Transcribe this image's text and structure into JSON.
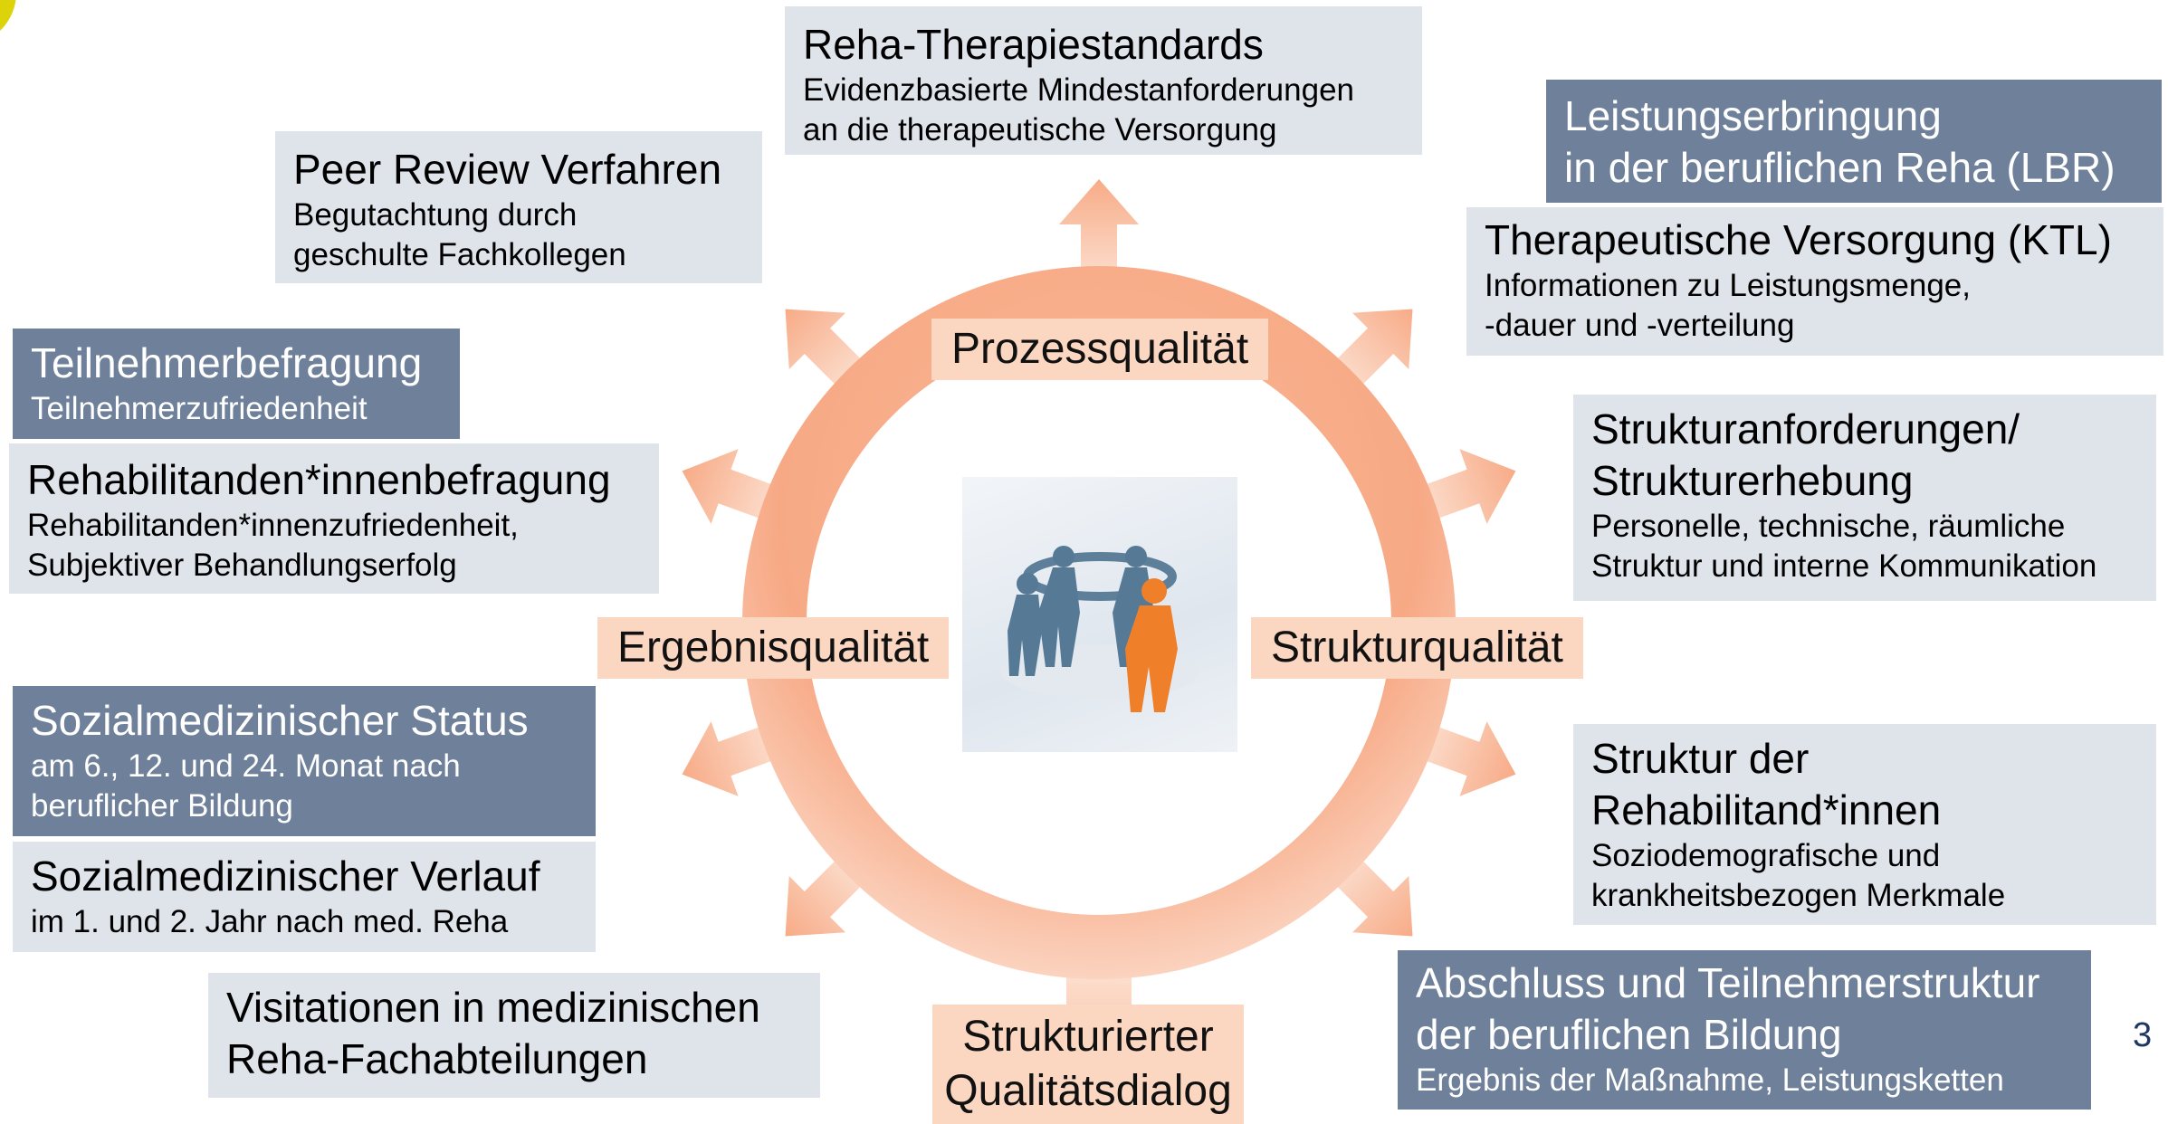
{
  "center_labels": {
    "process": "Prozessqualität",
    "result": "Ergebnisqualität",
    "structure": "Strukturqualität",
    "dialog": "Strukturierter Qualitätsdialog"
  },
  "boxes": {
    "reha_standards": {
      "title": "Reha-Therapiestandards",
      "lines": [
        "Evidenzbasierte Mindestanforderungen",
        "an die therapeutische Versorgung"
      ]
    },
    "peer_review": {
      "title": "Peer Review Verfahren",
      "lines": [
        "Begutachtung durch",
        "geschulte Fachkollegen"
      ]
    },
    "lbr": {
      "title_lines": [
        "Leistungserbringung",
        "in der beruflichen Reha (LBR)"
      ]
    },
    "ktl": {
      "title": "Therapeutische Versorgung (KTL)",
      "lines": [
        "Informationen zu Leistungsmenge,",
        "-dauer und -verteilung"
      ]
    },
    "teilnehmer": {
      "title": "Teilnehmerbefragung",
      "lines": [
        "Teilnehmerzufriedenheit"
      ]
    },
    "rehabilitanden": {
      "title": "Rehabilitanden*innenbefragung",
      "lines": [
        "Rehabilitanden*innenzufriedenheit,",
        "Subjektiver Behandlungserfolg"
      ]
    },
    "strukturanforderungen": {
      "title_lines": [
        "Strukturanforderungen/",
        "Strukturerhebung"
      ],
      "lines": [
        "Personelle, technische, räumliche",
        "Struktur und interne Kommunikation"
      ]
    },
    "sozial_status": {
      "title": "Sozialmedizinischer Status",
      "lines": [
        "am 6., 12. und 24. Monat nach",
        "beruflicher Bildung"
      ]
    },
    "sozial_verlauf": {
      "title": "Sozialmedizinischer Verlauf",
      "lines": [
        "im 1. und 2. Jahr nach med. Reha"
      ]
    },
    "struktur_rehabilitand": {
      "title_lines": [
        "Struktur der",
        "Rehabilitand*innen"
      ],
      "lines": [
        "Soziodemografische und",
        "krankheitsbezogen Merkmale"
      ]
    },
    "visitationen": {
      "title_lines": [
        "Visitationen in medizinischen",
        "Reha-Fachabteilungen"
      ]
    },
    "abschluss": {
      "title_lines": [
        "Abschluss und Teilnehmerstruktur",
        "der beruflichen Bildung"
      ],
      "lines": [
        "Ergebnis der Maßnahme, Leistungsketten"
      ]
    }
  },
  "page_number": "3",
  "colors": {
    "ring": "#f7a985",
    "light_box": "#dfe3ea",
    "dark_box": "#6e809a",
    "peach_box": "#fbd7c2",
    "accent_yellow": "#dcd30a"
  },
  "icons": [
    "people-circle-icon"
  ]
}
